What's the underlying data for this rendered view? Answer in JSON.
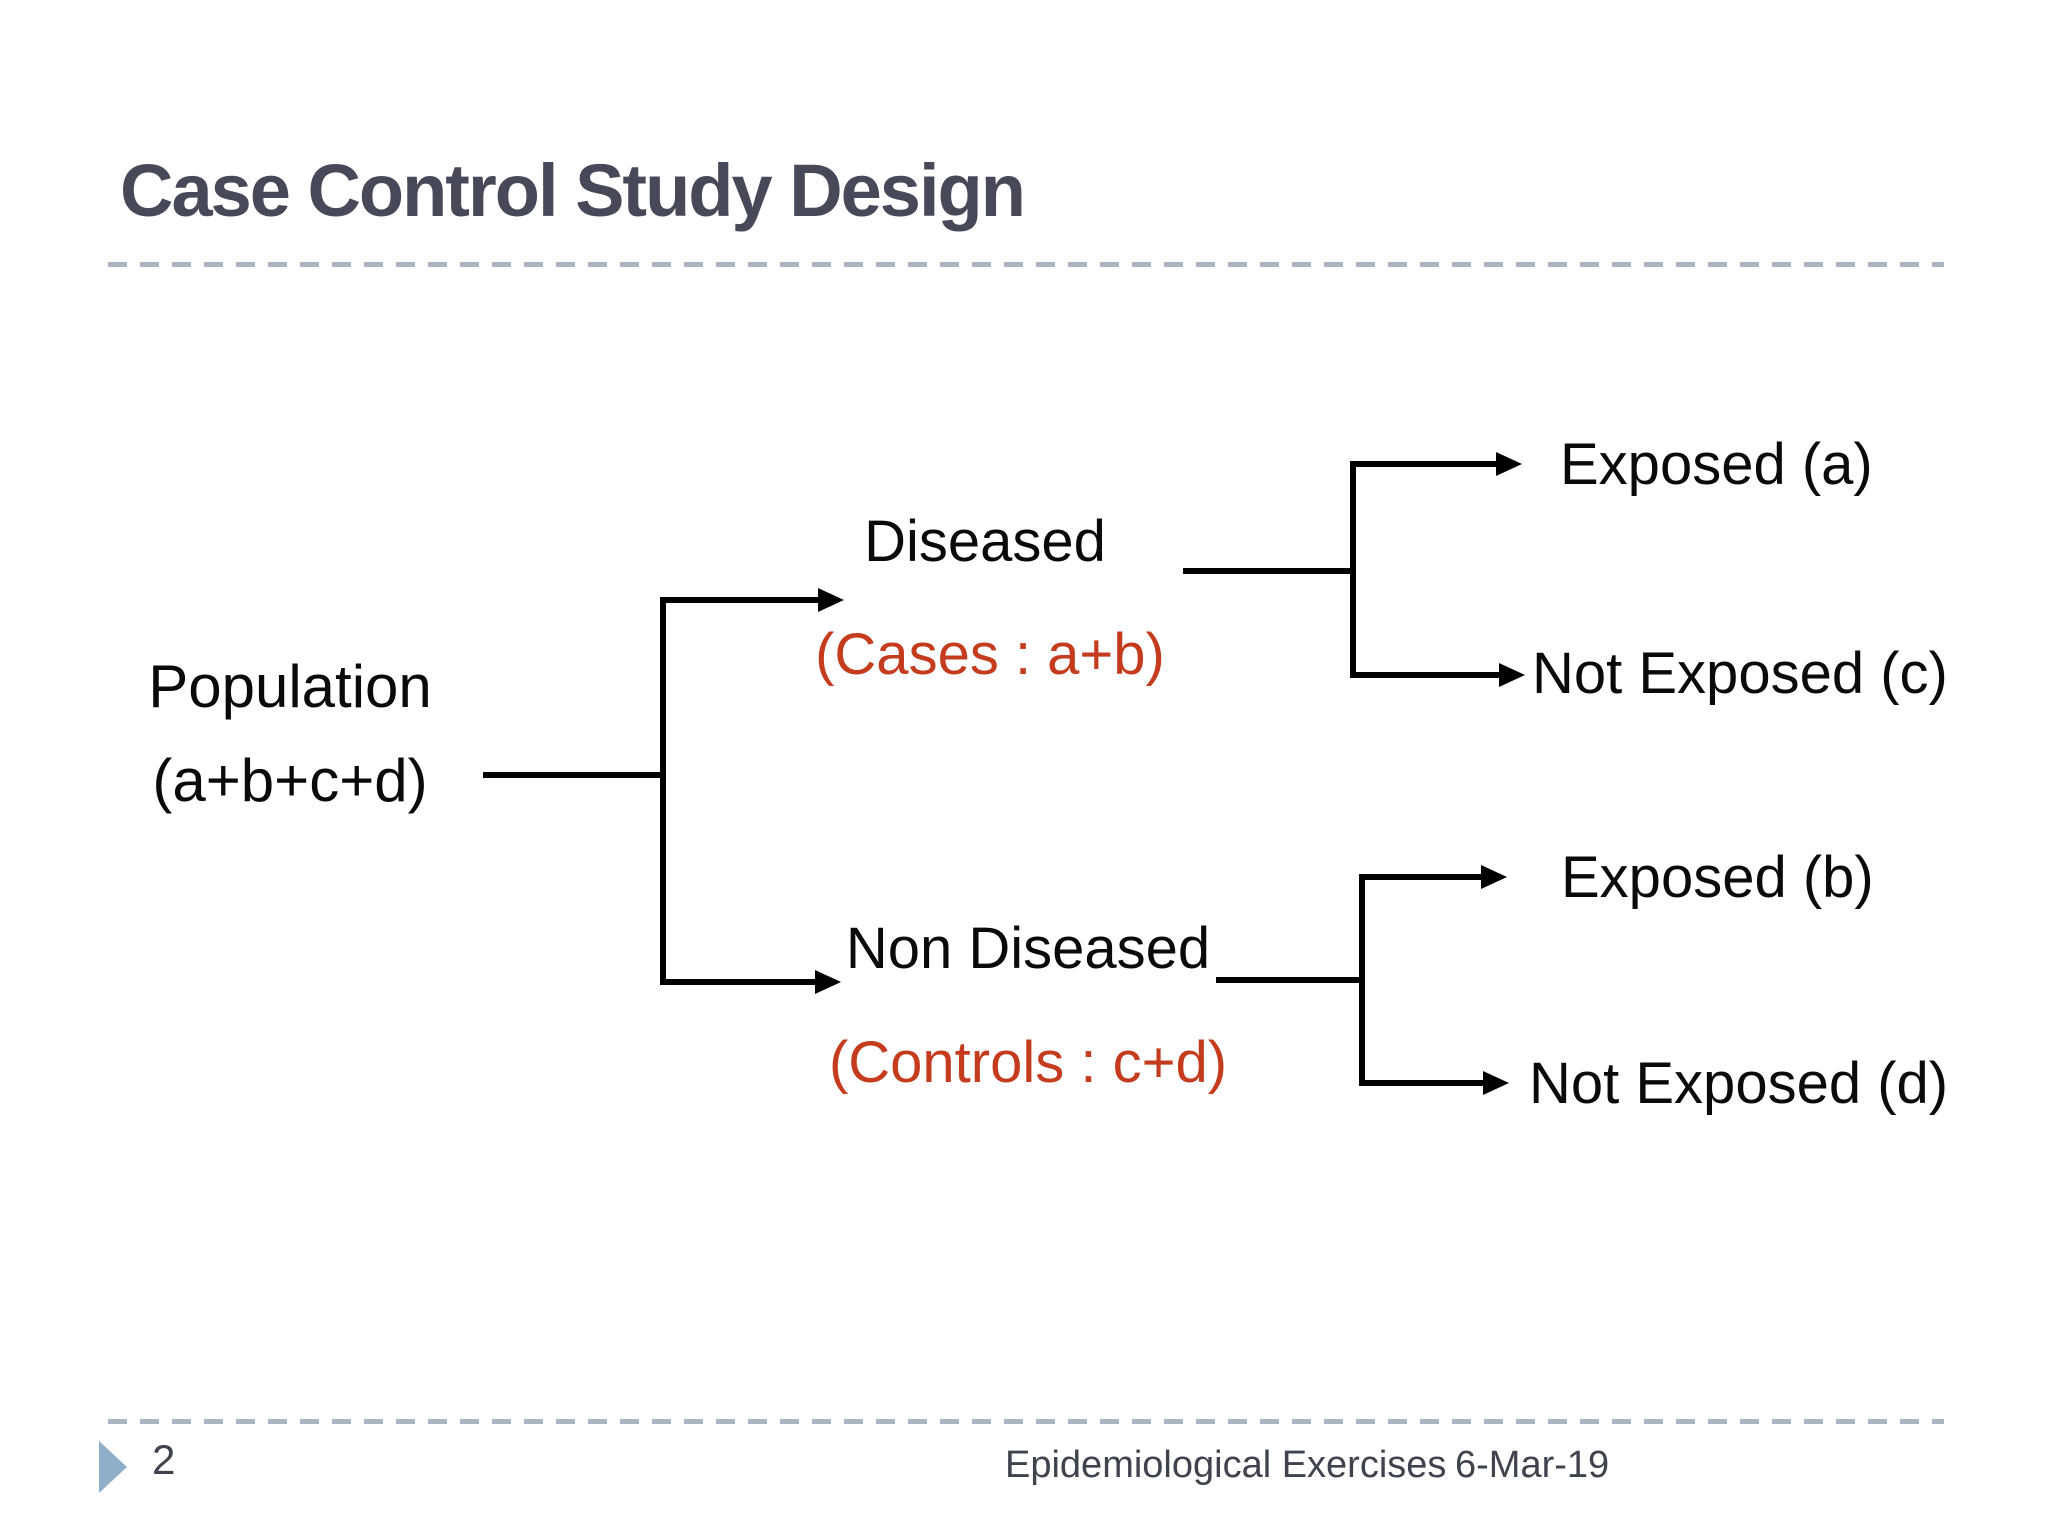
{
  "slide": {
    "title": "Case Control Study Design",
    "colors": {
      "title_text": "#474959",
      "accent_red": "#C43C1D",
      "diagram_lines": "#000000",
      "dashed_rule": "#A9B6C1",
      "footer_marker": "#8FAFC9",
      "footer_text": "#3E434E"
    }
  },
  "diagram": {
    "root": {
      "name": "Population",
      "formula": "(a+b+c+d)"
    },
    "diseased": {
      "name": "Diseased",
      "annotation": "(Cases : a+b)"
    },
    "non_diseased": {
      "name": "Non Diseased",
      "annotation": "(Controls : c+d)"
    },
    "leaves": {
      "exposed_a": "Exposed (a)",
      "not_exposed_c": "Not Exposed (c)",
      "exposed_b": "Exposed (b)",
      "not_exposed_d": "Not Exposed (d)"
    }
  },
  "footer": {
    "page_number": "2",
    "text": "Epidemiological Exercises",
    "date": "6-Mar-19"
  }
}
